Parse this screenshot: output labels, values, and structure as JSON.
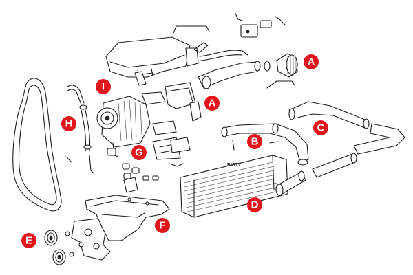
{
  "diagram": {
    "callouts": [
      {
        "id": "A1",
        "letter": "A"
      },
      {
        "id": "A2",
        "letter": "A"
      },
      {
        "id": "B",
        "letter": "B"
      },
      {
        "id": "C",
        "letter": "C"
      },
      {
        "id": "D",
        "letter": "D"
      },
      {
        "id": "E",
        "letter": "E"
      },
      {
        "id": "F",
        "letter": "F"
      },
      {
        "id": "G",
        "letter": "G"
      },
      {
        "id": "H",
        "letter": "H"
      },
      {
        "id": "I",
        "letter": "I"
      }
    ],
    "intercooler_badge": "BISTZ"
  },
  "colors": {
    "callout_fill": "#e3141b",
    "callout_text": "#ffffff",
    "line_art": "#1a1a1a",
    "background": "#ffffff"
  }
}
